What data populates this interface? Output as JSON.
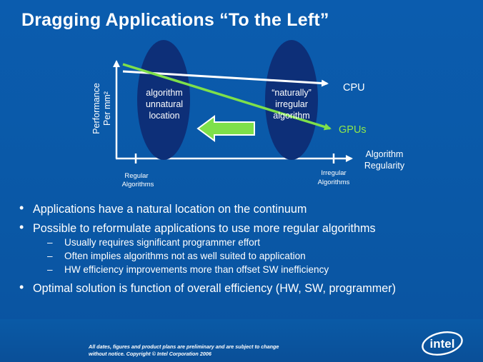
{
  "slide": {
    "title": "Dragging Applications “To the Left”"
  },
  "diagram": {
    "y_axis_label_line1": "Performance",
    "y_axis_label_line2": "Per mm²",
    "x_axis_label_line1": "Algorithm",
    "x_axis_label_line2": "Regularity",
    "tick_left_line1": "Regular",
    "tick_left_line2": "Algorithms",
    "tick_right_line1": "Irregular",
    "tick_right_line2": "Algorithms",
    "left_ellipse_line1": "algorithm",
    "left_ellipse_line2": "unnatural",
    "left_ellipse_line3": "location",
    "right_ellipse_line1": "“naturally”",
    "right_ellipse_line2": "irregular",
    "right_ellipse_line3": "algorithm",
    "cpu_label": "CPU",
    "gpu_label": "GPUs",
    "colors": {
      "ellipse_fill": "#0d2f78",
      "gpu_line": "#7ee04a",
      "gpu_label": "#8fe84a",
      "arrow_fill": "#7ee04a",
      "arrow_border": "#ffffff",
      "cpu_line": "#ffffff"
    }
  },
  "bullets": {
    "b1": "Applications have a natural location on the continuum",
    "b2": "Possible to reformulate applications to use more regular algorithms",
    "b2_sub1": "Usually requires significant programmer effort",
    "b2_sub2": "Often implies algorithms not as well suited to application",
    "b2_sub3": "HW efficiency improvements more than offset SW inefficiency",
    "b3": "Optimal solution is function of overall efficiency (HW, SW, programmer)"
  },
  "footer": {
    "disclaimer_line1": "All dates, figures and product plans are preliminary and are subject to change",
    "disclaimer_line2": "without notice.   Copyright © Intel Corporation 2006",
    "logo_text": "intel"
  }
}
